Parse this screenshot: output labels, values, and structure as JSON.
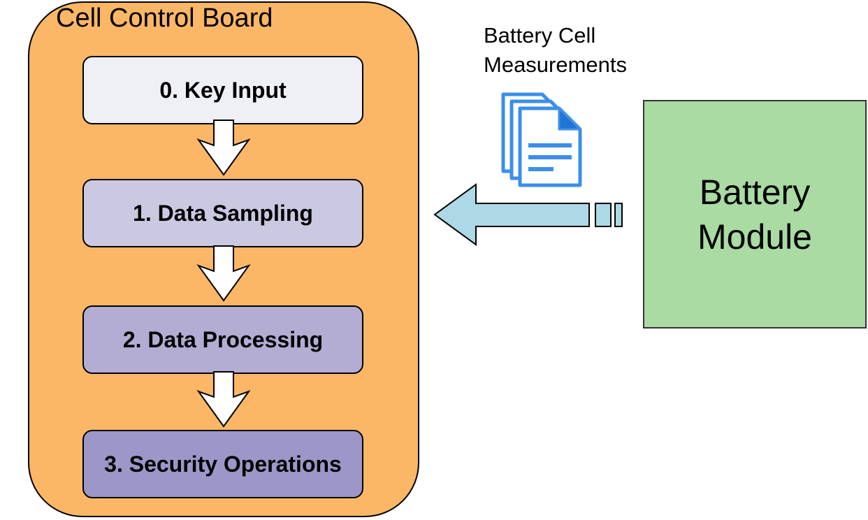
{
  "board": {
    "title": "Cell Control Board",
    "steps": [
      "0. Key Input",
      "1. Data Sampling",
      "2. Data Processing",
      "3. Security Operations"
    ]
  },
  "measurements": {
    "label_line1": "Battery Cell",
    "label_line2": "Measurements",
    "icon": "document-stack-icon"
  },
  "module": {
    "line1": "Battery",
    "line2": "Module"
  },
  "colors": {
    "board_fill": "#fbb766",
    "step0_fill": "#efeff6",
    "step1_fill": "#cbc8e1",
    "step2_fill": "#b3acd3",
    "step3_fill": "#9c97c8",
    "module_fill": "#a9dba2",
    "flow_arrow_fill": "#add8e6",
    "document_icon": "#3c8ee9"
  }
}
